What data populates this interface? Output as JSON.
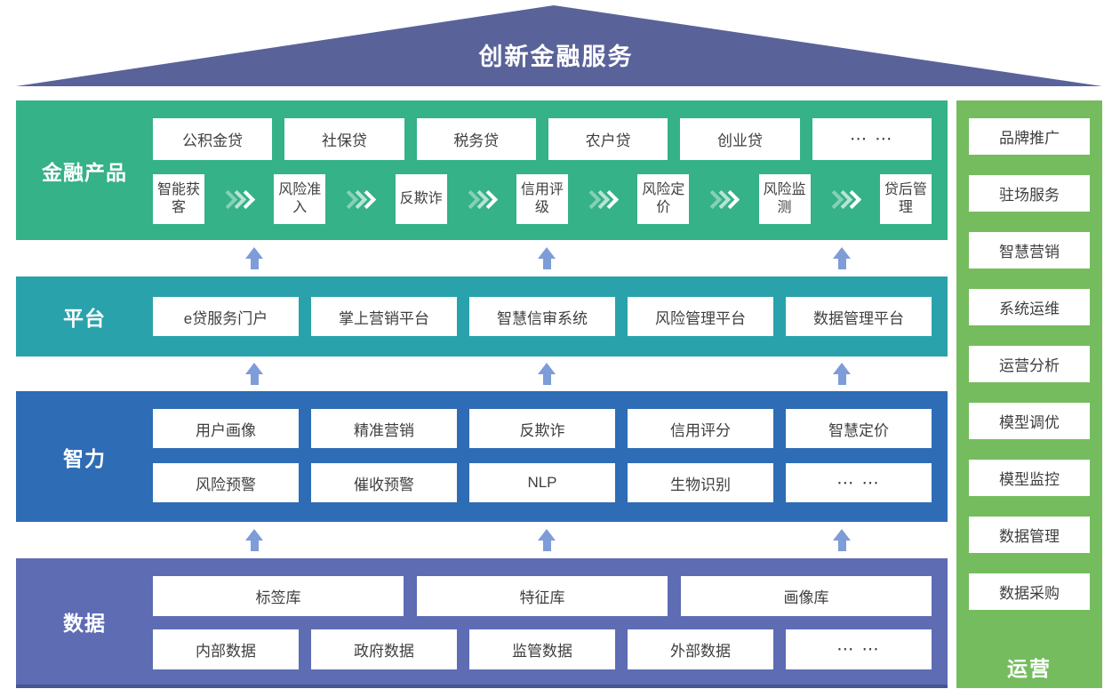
{
  "roof": {
    "title": "创新金融服务"
  },
  "colors": {
    "roof": "#59639a",
    "products": "#35b287",
    "platform": "#2aa2ab",
    "intelligence": "#2e6cb5",
    "data": "#5e6cb4",
    "sidebar": "#75bc5f",
    "arrow": "#7e9cd8",
    "boxtext": "#3f3f3f"
  },
  "layers": {
    "products": {
      "label": "金融产品",
      "items": [
        "公积金贷",
        "社保贷",
        "税务贷",
        "农户贷",
        "创业贷",
        "⋯ ⋯"
      ],
      "process": [
        "智能获客",
        "风险准入",
        "反欺诈",
        "信用评级",
        "风险定价",
        "风险监测",
        "贷后管理"
      ]
    },
    "platform": {
      "label": "平台",
      "items": [
        "e贷服务门户",
        "掌上营销平台",
        "智慧信审系统",
        "风险管理平台",
        "数据管理平台"
      ]
    },
    "intelligence": {
      "label": "智力",
      "row1": [
        "用户画像",
        "精准营销",
        "反欺诈",
        "信用评分",
        "智慧定价"
      ],
      "row2": [
        "风险预警",
        "催收预警",
        "NLP",
        "生物识别",
        "⋯ ⋯"
      ]
    },
    "data": {
      "label": "数据",
      "row1": [
        "标签库",
        "特征库",
        "画像库"
      ],
      "row2": [
        "内部数据",
        "政府数据",
        "监管数据",
        "外部数据",
        "⋯ ⋯"
      ]
    }
  },
  "sidebar": {
    "items": [
      "品牌推广",
      "驻场服务",
      "智慧营销",
      "系统运维",
      "运营分析",
      "模型调优",
      "模型监控",
      "数据管理",
      "数据采购"
    ],
    "label": "运营"
  }
}
